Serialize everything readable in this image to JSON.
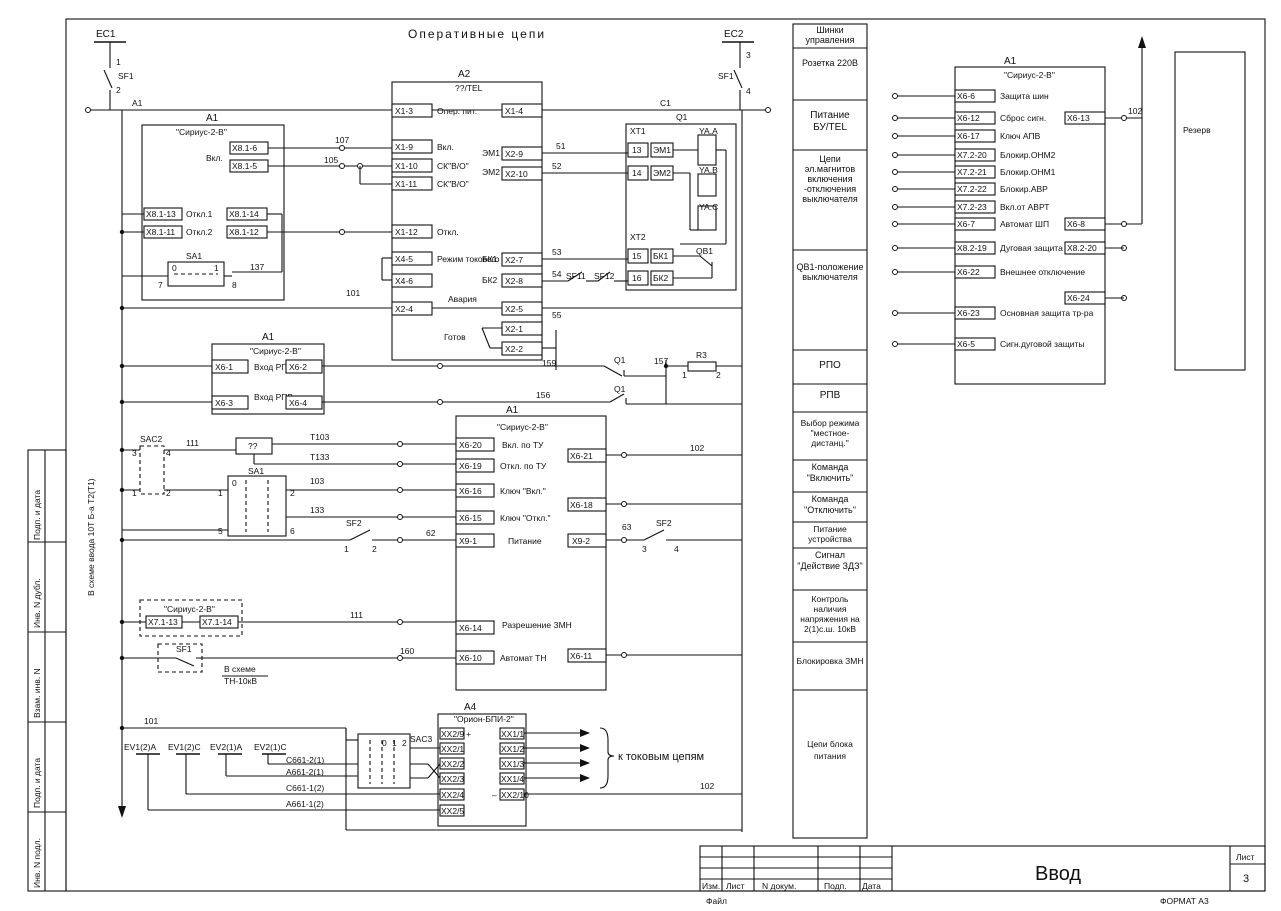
{
  "frame": {
    "title": "Оперативные цепи",
    "sheet_title": "Ввод",
    "sheet_label": "Лист",
    "sheet_number": "3",
    "format": "ФОРМАТ А3",
    "file_label": "Файл",
    "stamp_cols": [
      "Изм.",
      "Лист",
      "N докум.",
      "Подп.",
      "Дата"
    ],
    "side_strip": [
      "Подп. и дата",
      "Инв. N дубл.",
      "Взам. инв. N",
      "Подп. и дата",
      "Инв. N подл."
    ]
  },
  "buses": {
    "ec1": "EC1",
    "ec2": "EC2",
    "a1": "A1",
    "c1": "C1",
    "sf1": "SF1",
    "n1": "1",
    "n2": "2",
    "n3": "3",
    "n4": "4"
  },
  "a2": {
    "ref": "A2",
    "model": "??/TEL",
    "rows": [
      {
        "term": "X1-3",
        "label": "Опер. пит.",
        "rterm": "X1-4"
      },
      {
        "term": "X1-9",
        "label": "Вкл.",
        "rterm": ""
      },
      {
        "term": "X1-10",
        "label": "СК\"В/О\"",
        "rterm": ""
      },
      {
        "term": "X1-11",
        "label": "СК\"В/О\"",
        "rterm": ""
      },
      {
        "term": "X1-12",
        "label": "Откл.",
        "rterm": ""
      },
      {
        "term": "X4-5",
        "label": "Режим токового откл.",
        "rterm": ""
      },
      {
        "term": "X4-6",
        "label": "",
        "rterm": ""
      },
      {
        "term": "X2-4",
        "label": "Авария",
        "rterm": "X2-5"
      },
      {
        "term": "",
        "label": "Готов",
        "rterm": "X2-1"
      },
      {
        "term": "",
        "label": "",
        "rterm": "X2-2"
      }
    ],
    "right": [
      {
        "label": "ЭМ1",
        "term": "X2-9"
      },
      {
        "label": "ЭМ2",
        "term": "X2-10"
      },
      {
        "label": "БК1",
        "term": "X2-7"
      },
      {
        "label": "БК2",
        "term": "X2-8"
      }
    ]
  },
  "a1_left": {
    "ref": "A1",
    "model": "\"Сириус-2-В\"",
    "vkl": "Вкл.",
    "t1": "X8.1-6",
    "t2": "X8.1-5",
    "otkl1": "Откл.1",
    "otkl2": "Откл.2",
    "t3": "X8.1-13",
    "t4": "X8.1-14",
    "t5": "X8.1-11",
    "t6": "X8.1-12"
  },
  "sa1_top": {
    "ref": "SA1",
    "n0": "0",
    "n1": "1",
    "n7": "7",
    "n8": "8"
  },
  "wires": {
    "w107": "107",
    "w105": "105",
    "w51": "51",
    "w52": "52",
    "w53": "53",
    "w54": "54",
    "w55": "55",
    "w101": "101",
    "w137": "137",
    "w159": "159",
    "w157": "157",
    "w156": "156",
    "w111": "111",
    "w103": "103",
    "w133": "133",
    "w62": "62",
    "w63": "63",
    "w102": "102",
    "w160": "160",
    "wT103": "T103",
    "wT133": "T133",
    "w102b": "102",
    "w101b": "101"
  },
  "q1_block": {
    "ref": "Q1",
    "xt1": "XT1",
    "xt2": "XT2",
    "p13": "13",
    "p14": "14",
    "p15": "15",
    "p16": "16",
    "em1": "ЭМ1",
    "em2": "ЭМ2",
    "bk1": "БК1",
    "bk2": "БК2",
    "yaa": "YA.A",
    "yab": "YA.B",
    "yac": "YA.C",
    "qb1": "QB1",
    "sf11": "SF11",
    "sf12": "SF12"
  },
  "a1_mid": {
    "ref": "A1",
    "model": "\"Сириус-2-В\"",
    "rows": [
      {
        "term": "X6-1",
        "label": "Вход РПО",
        "rterm": "X6-2"
      },
      {
        "term": "X6-3",
        "label": "Вход РПВ",
        "rterm": "X6-4"
      }
    ]
  },
  "q1r3": {
    "q1a": "Q1",
    "q1b": "Q1",
    "r3": "R3",
    "r1": "1",
    "r2": "2"
  },
  "a1_main": {
    "ref": "A1",
    "model": "\"Сириус-2-В\"",
    "rows": [
      {
        "term": "X6-20",
        "label": "Вкл. по ТУ"
      },
      {
        "term": "X6-19",
        "label": "Откл. по ТУ"
      },
      {
        "term": "X6-16",
        "label": "Ключ \"Вкл.\""
      },
      {
        "term": "X6-15",
        "label": "Ключ \"Откл.\""
      },
      {
        "term": "X9-1",
        "label": "Питание"
      },
      {
        "term": "X6-14",
        "label": "Разрешение ЗМН"
      },
      {
        "term": "X6-10",
        "label": "Автомат ТН"
      }
    ],
    "right": [
      "X6-21",
      "X6-18",
      "X9-2",
      "X6-11"
    ]
  },
  "sac2": {
    "ref": "SAC2",
    "n1": "1",
    "n2": "2",
    "n3": "3",
    "n4": "4"
  },
  "box_qq": "??",
  "sa1_mid": {
    "ref": "SA1",
    "n1": "1",
    "n2": "2",
    "n5": "5",
    "n6": "6",
    "n0": "0"
  },
  "sf2a": {
    "ref": "SF2",
    "n1": "1",
    "n2": "2"
  },
  "sf2b": {
    "ref": "SF2",
    "n3": "3",
    "n4": "4"
  },
  "note_scheme": "В схеме ввода 10Т Б-а Т2(Т1)",
  "sirius_dash": {
    "model": "\"Сириус-2-В\"",
    "t1": "X7.1-13",
    "t2": "X7.1-14"
  },
  "sf1_tn": {
    "ref": "SF1",
    "text1": "В схеме",
    "text2": "ТН-10кВ"
  },
  "a4": {
    "ref": "A4",
    "model": "\"Орион-БПИ-2\"",
    "sac3": "SAC3",
    "left": [
      "XX2/9",
      "XX2/1",
      "XX2/2",
      "XX2/3",
      "XX2/4",
      "XX2/5"
    ],
    "right": [
      "XX1/1",
      "XX1/2",
      "XX1/3",
      "XX1/4",
      "XX2/10"
    ],
    "plus": "+",
    "minus": "–",
    "p0": "0",
    "p1": "1",
    "p2": "2",
    "to_current": "к токовым цепям"
  },
  "ev": {
    "labels": [
      "EV1(2)A",
      "EV1(2)C",
      "EV2(1)A",
      "EV2(1)C"
    ],
    "wires": [
      "C661-2(1)",
      "A661-2(1)",
      "C661-1(2)",
      "A661-1(2)"
    ]
  },
  "legend": [
    "Шинки управления",
    "Розетка 220В",
    "Питание БУ/TEL",
    "Цепи эл.магнитов включения -отключения выключателя",
    "QB1-положение выключателя",
    "РПО",
    "РПВ",
    "Выбор режима \"местное-дистанц.\"",
    "Команда \"Включить\"",
    "Команда \"Отключить\"",
    "Питание устройства",
    "Сигнал \"Действие ЗДЗ\"",
    "Контроль наличия напряжения на 2(1)с.ш. 10кВ",
    "Блокировка ЗМН",
    "Цепи блока питания"
  ],
  "a1_right": {
    "ref": "A1",
    "model": "\"Сириус-2-В\"",
    "rows": [
      {
        "term": "X6-6",
        "label": "Защита шин",
        "rterm": ""
      },
      {
        "term": "X6-12",
        "label": "Сброс сигн.",
        "rterm": "X6-13"
      },
      {
        "term": "X6-17",
        "label": "Ключ АПВ",
        "rterm": ""
      },
      {
        "term": "X7.2-20",
        "label": "Блокир.ОНМ2",
        "rterm": ""
      },
      {
        "term": "X7.2-21",
        "label": "Блокир.ОНМ1",
        "rterm": ""
      },
      {
        "term": "X7.2-22",
        "label": "Блокир.АВР",
        "rterm": ""
      },
      {
        "term": "X7.2-23",
        "label": "Вкл.от АВРТ",
        "rterm": ""
      },
      {
        "term": "X6-7",
        "label": "Автомат ШП",
        "rterm": "X6-8"
      },
      {
        "term": "X8.2-19",
        "label": "Дуговая защита",
        "rterm": "X8.2-20"
      },
      {
        "term": "X6-22",
        "label": "Внешнее отключение",
        "rterm": ""
      },
      {
        "term": "",
        "label": "",
        "rterm": "X6-24"
      },
      {
        "term": "X6-23",
        "label": "Основная защита тр-ра",
        "rterm": ""
      },
      {
        "term": "X6-5",
        "label": "Сигн.дуговой защиты",
        "rterm": ""
      }
    ],
    "w102": "102"
  },
  "reserve": "Резерв"
}
